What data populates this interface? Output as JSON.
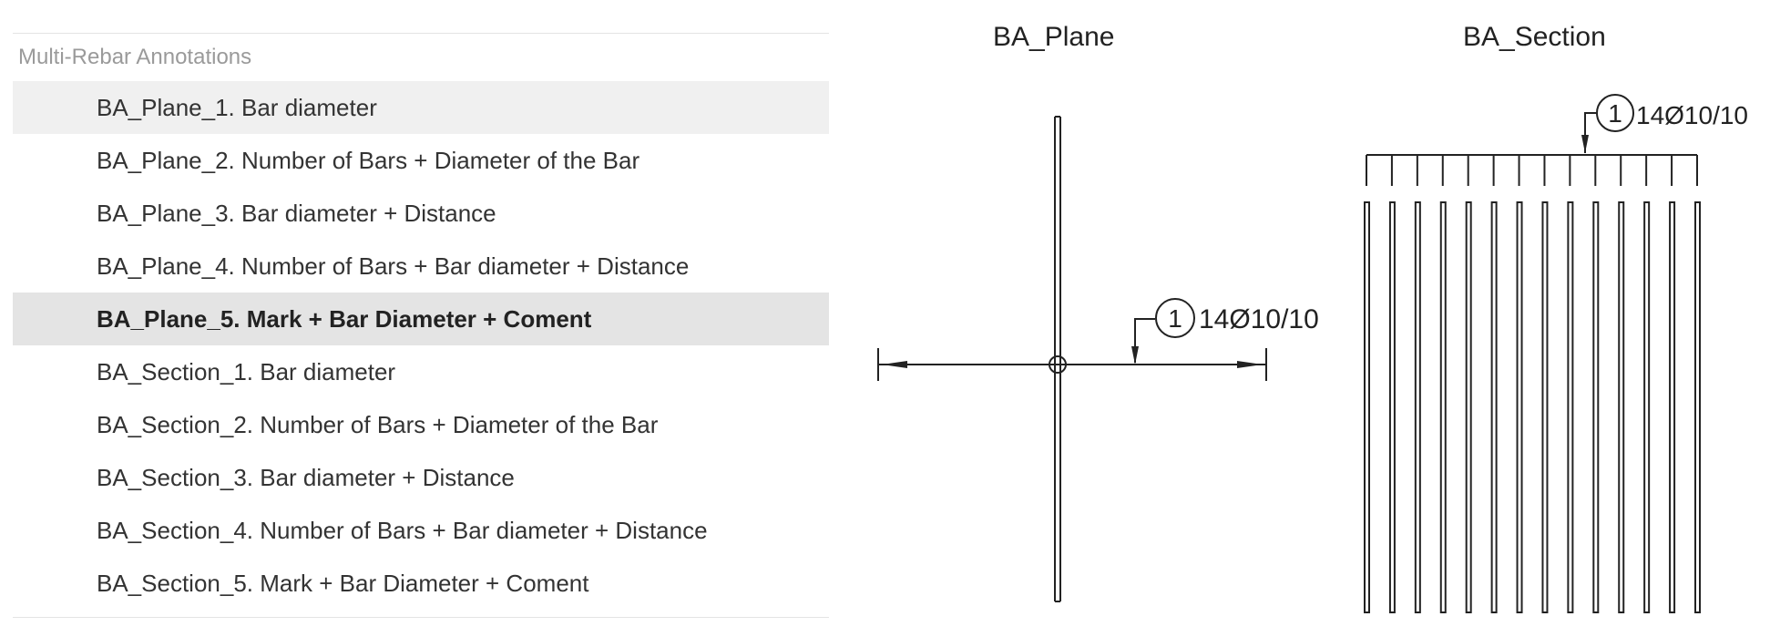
{
  "list": {
    "header": "Multi-Rebar Annotations",
    "items": [
      {
        "label": "BA_Plane_1. Bar diameter",
        "state": "hover"
      },
      {
        "label": "BA_Plane_2. Number of Bars + Diameter of the Bar",
        "state": ""
      },
      {
        "label": "BA_Plane_3. Bar diameter + Distance",
        "state": ""
      },
      {
        "label": "BA_Plane_4. Number of Bars + Bar diameter + Distance",
        "state": ""
      },
      {
        "label": "BA_Plane_5. Mark + Bar Diameter + Coment",
        "state": "selected"
      },
      {
        "label": "BA_Section_1. Bar diameter",
        "state": ""
      },
      {
        "label": "BA_Section_2. Number of Bars + Diameter of the Bar",
        "state": ""
      },
      {
        "label": "BA_Section_3. Bar diameter + Distance",
        "state": ""
      },
      {
        "label": "BA_Section_4. Number of Bars + Bar diameter + Distance",
        "state": ""
      },
      {
        "label": "BA_Section_5. Mark + Bar Diameter + Coment",
        "state": ""
      }
    ]
  },
  "plane_drawing": {
    "title": "BA_Plane",
    "mark": "1",
    "annotation": "14Ø10/10"
  },
  "section_drawing": {
    "title": "BA_Section",
    "mark": "1",
    "annotation": "14Ø10/10",
    "bar_count": 14
  },
  "colors": {
    "selected_row": "#e4e4e4",
    "hover_row": "#f0f0f0",
    "header_text": "#9a9a9a",
    "drawing_line": "#222222"
  }
}
